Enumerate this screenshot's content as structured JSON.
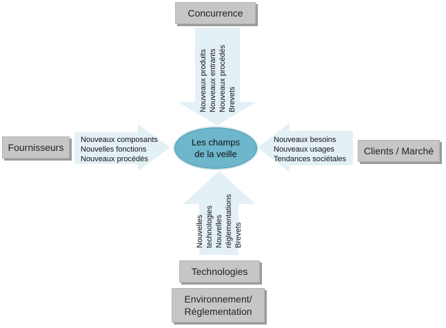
{
  "center": {
    "line1": "Les champs",
    "line2": "de la veille"
  },
  "boxes": {
    "concurrence": "Concurrence",
    "fournisseurs": "Fournisseurs",
    "clients": "Clients / Marché",
    "technologies": "Technologies",
    "environnement_line1": "Environnement/",
    "environnement_line2": "Réglementation"
  },
  "lists": {
    "top": [
      "Nouveaux produits",
      "Nouveaux entrants",
      "Nouveaux procédés",
      "Brevets"
    ],
    "left": [
      "Nouveaux composants",
      "Nouvelles fonctions",
      "Nouveaux procédés"
    ],
    "right": [
      "Nouveaux besoins",
      "Nouveaux usages",
      "Tendances sociétales"
    ],
    "bottom": [
      "Nouvelles",
      "technologies",
      "Nouvelles",
      "réglementations",
      "Brevets"
    ]
  },
  "colors": {
    "arrow_fill": "#e3f0f5",
    "center_fill": "#6db6cc",
    "box_fill": "#c6c6c6"
  }
}
